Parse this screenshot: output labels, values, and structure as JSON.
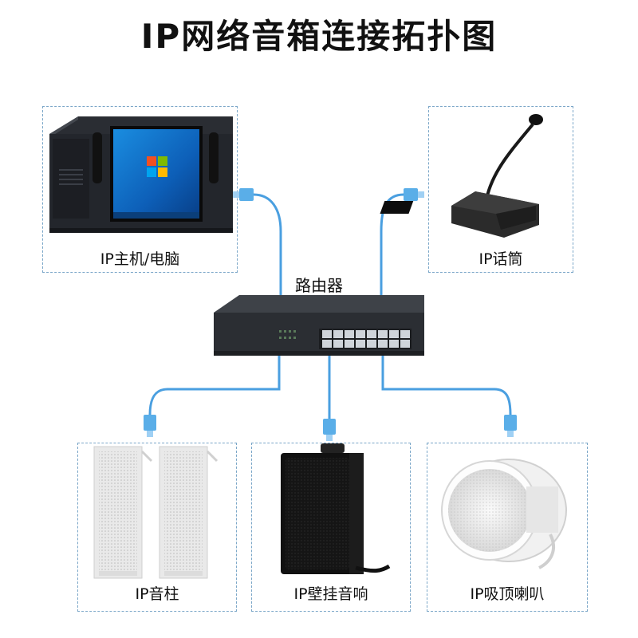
{
  "title": "IP网络音箱连接拓扑图",
  "router": {
    "label": "路由器"
  },
  "devices": [
    {
      "label": "IP主机/电脑"
    },
    {
      "label": "IP话筒"
    },
    {
      "label": "IP音柱"
    },
    {
      "label": "IP壁挂音响"
    },
    {
      "label": "IP吸顶喇叭"
    }
  ],
  "colors": {
    "cable": "#4a9fe0",
    "box_border": "#7aa6c8",
    "text": "#111111"
  }
}
